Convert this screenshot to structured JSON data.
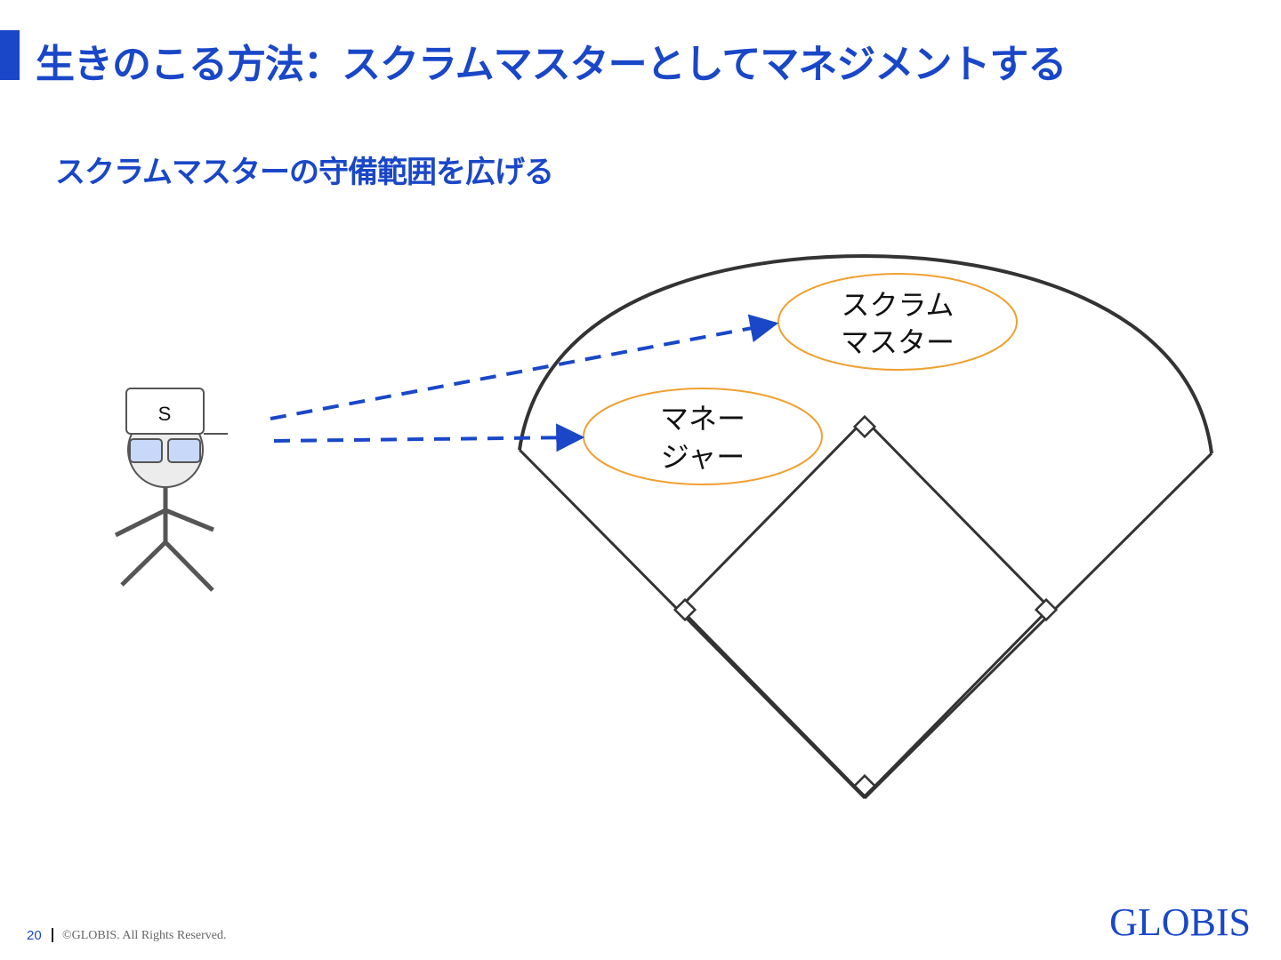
{
  "slide": {
    "title": "生きのこる方法：スクラムマスターとしてマネジメントする",
    "subtitle": "スクラムマスターの守備範囲を広げる"
  },
  "diagram": {
    "cap_letter": "S",
    "roles": {
      "scrum_master_line1": "スクラム",
      "scrum_master_line2": "マスター",
      "manager_line1": "マネー",
      "manager_line2": "ジャー"
    },
    "colors": {
      "accent": "#1a47c8",
      "role_ellipse": "#f0a030",
      "field_line": "#333333",
      "figure": "#555555",
      "glasses": "#c8d8f8"
    }
  },
  "footer": {
    "page_number": "20",
    "copyright": "©GLOBIS. All Rights Reserved.",
    "logo": "GLOBIS"
  }
}
